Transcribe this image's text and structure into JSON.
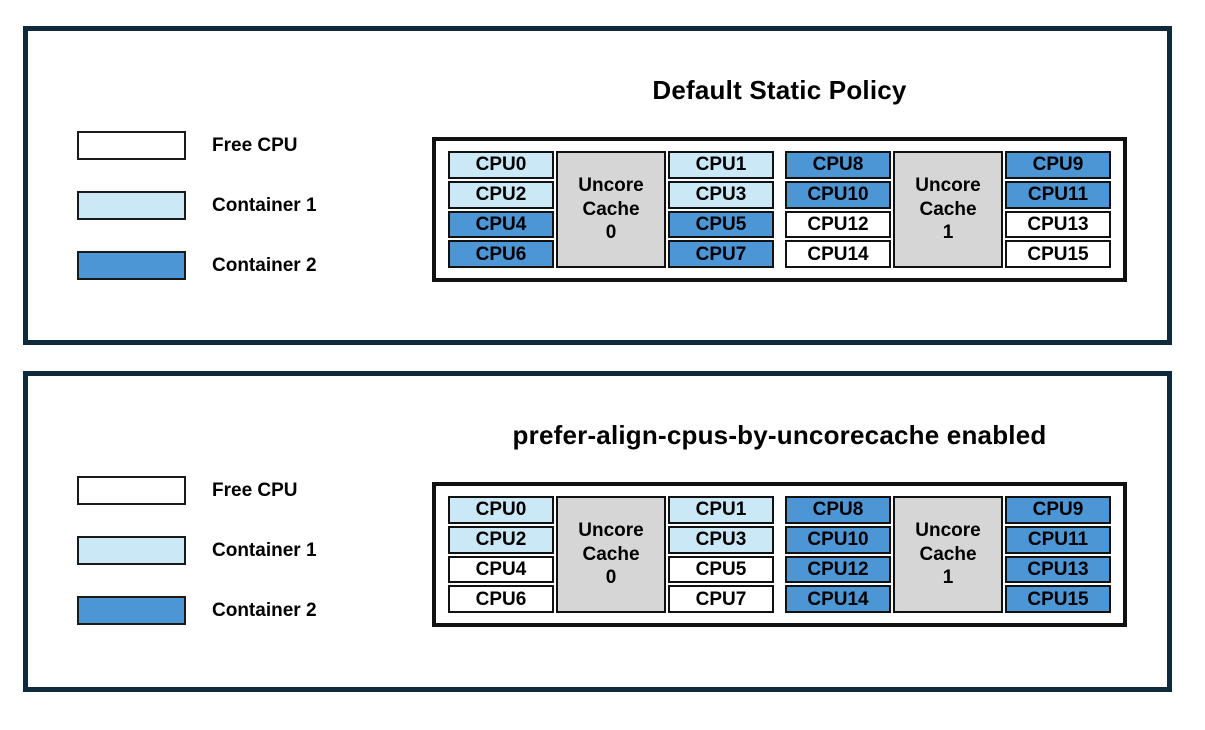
{
  "colors": {
    "free_cpu": "#FFFFFF",
    "container1": "#CBE8F7",
    "container2": "#4D96D6",
    "uncore_cache": "#D6D6D6",
    "panel_border": "#0E2A3C",
    "box_border": "#111111"
  },
  "legend": {
    "items": [
      {
        "label": "Free CPU",
        "state": "free"
      },
      {
        "label": "Container 1",
        "state": "c1"
      },
      {
        "label": "Container 2",
        "state": "c2"
      }
    ]
  },
  "panels": [
    {
      "title": "Default Static Policy",
      "groups": [
        {
          "uncore_lines": [
            "Uncore",
            "Cache",
            "0"
          ],
          "left": [
            {
              "label": "CPU0",
              "state": "c1"
            },
            {
              "label": "CPU2",
              "state": "c1"
            },
            {
              "label": "CPU4",
              "state": "c2"
            },
            {
              "label": "CPU6",
              "state": "c2"
            }
          ],
          "right": [
            {
              "label": "CPU1",
              "state": "c1"
            },
            {
              "label": "CPU3",
              "state": "c1"
            },
            {
              "label": "CPU5",
              "state": "c2"
            },
            {
              "label": "CPU7",
              "state": "c2"
            }
          ]
        },
        {
          "uncore_lines": [
            "Uncore",
            "Cache",
            "1"
          ],
          "left": [
            {
              "label": "CPU8",
              "state": "c2"
            },
            {
              "label": "CPU10",
              "state": "c2"
            },
            {
              "label": "CPU12",
              "state": "free"
            },
            {
              "label": "CPU14",
              "state": "free"
            }
          ],
          "right": [
            {
              "label": "CPU9",
              "state": "c2"
            },
            {
              "label": "CPU11",
              "state": "c2"
            },
            {
              "label": "CPU13",
              "state": "free"
            },
            {
              "label": "CPU15",
              "state": "free"
            }
          ]
        }
      ]
    },
    {
      "title": "prefer-align-cpus-by-uncorecache enabled",
      "groups": [
        {
          "uncore_lines": [
            "Uncore",
            "Cache",
            "0"
          ],
          "left": [
            {
              "label": "CPU0",
              "state": "c1"
            },
            {
              "label": "CPU2",
              "state": "c1"
            },
            {
              "label": "CPU4",
              "state": "free"
            },
            {
              "label": "CPU6",
              "state": "free"
            }
          ],
          "right": [
            {
              "label": "CPU1",
              "state": "c1"
            },
            {
              "label": "CPU3",
              "state": "c1"
            },
            {
              "label": "CPU5",
              "state": "free"
            },
            {
              "label": "CPU7",
              "state": "free"
            }
          ]
        },
        {
          "uncore_lines": [
            "Uncore",
            "Cache",
            "1"
          ],
          "left": [
            {
              "label": "CPU8",
              "state": "c2"
            },
            {
              "label": "CPU10",
              "state": "c2"
            },
            {
              "label": "CPU12",
              "state": "c2"
            },
            {
              "label": "CPU14",
              "state": "c2"
            }
          ],
          "right": [
            {
              "label": "CPU9",
              "state": "c2"
            },
            {
              "label": "CPU11",
              "state": "c2"
            },
            {
              "label": "CPU13",
              "state": "c2"
            },
            {
              "label": "CPU15",
              "state": "c2"
            }
          ]
        }
      ]
    }
  ]
}
